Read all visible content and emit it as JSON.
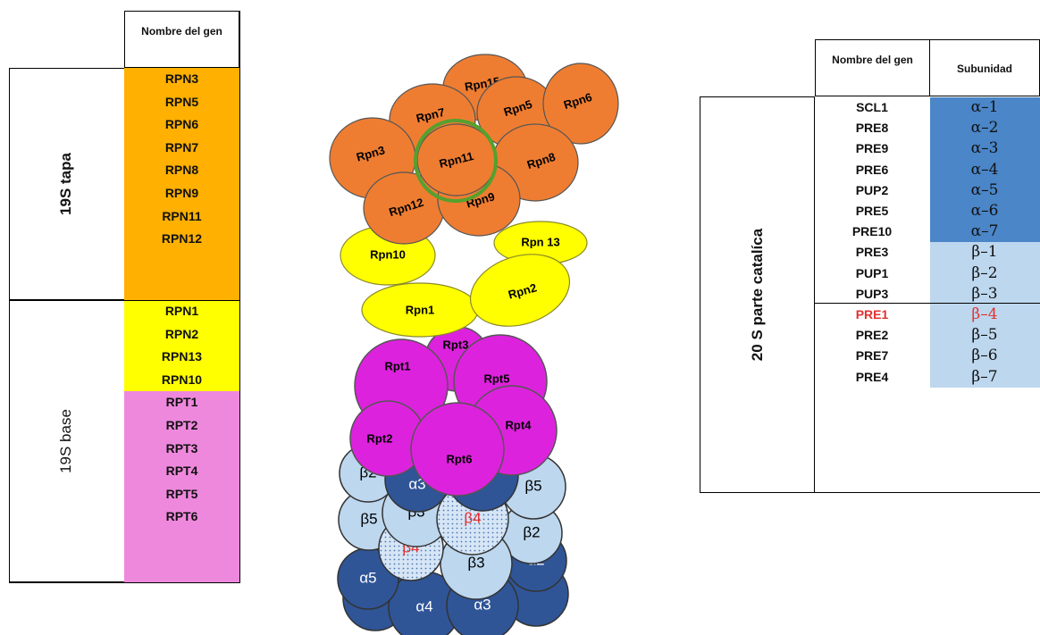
{
  "left_table": {
    "header": "Nombre del gen",
    "groups": [
      {
        "label": "19S tapa",
        "label_bold": true,
        "color": "#ffb000",
        "genes": [
          "RPN3",
          "RPN5",
          "RPN6",
          "RPN7",
          "RPN8",
          "RPN9",
          "RPN11",
          "RPN12"
        ]
      },
      {
        "label": "19S base",
        "label_bold": false,
        "subgroups": [
          {
            "color": "#ffff00",
            "genes": [
              "RPN1",
              "RPN2",
              "RPN13",
              "RPN10"
            ]
          },
          {
            "color": "#ee88dd",
            "genes": [
              "RPT1",
              "RPT2",
              "RPT3",
              "RPT4",
              "RPT5",
              "RPT6"
            ]
          }
        ]
      }
    ]
  },
  "diagram": {
    "lid": [
      "Rpn15",
      "Rpn7",
      "Rpn5",
      "Rpn6",
      "Rpn3",
      "Rpn11",
      "Rpn8",
      "Rpn12",
      "Rpn9"
    ],
    "base_rpn": [
      "Rpn10",
      "Rpn 13",
      "Rpn1",
      "Rpn2"
    ],
    "rpt": [
      "Rpt3",
      "Rpt1",
      "Rpt5",
      "Rpt4",
      "Rpt2",
      "Rpt6"
    ],
    "core": [
      "β2",
      "α3",
      "α4",
      "β5",
      "β5",
      "β3",
      "β4",
      "β2",
      "β4",
      "β3",
      "α5",
      "α2",
      "α4",
      "α3"
    ],
    "colors": {
      "lid": "#ee7d32",
      "base": "#ffff00",
      "rpt": "#dd22dd",
      "dark_blue": "#2f5597",
      "light_blue": "#bdd7ee",
      "highlight_ring": "#55a02e",
      "red": "#e53030"
    }
  },
  "right_table": {
    "header_gene": "Nombre del gen",
    "header_subunit": "Subunidad",
    "group_label": "20 S parte catalíca",
    "rows": [
      {
        "gene": "SCL1",
        "subunit": "α–1",
        "type": "alpha",
        "highlight": false
      },
      {
        "gene": "PRE8",
        "subunit": "α–2",
        "type": "alpha",
        "highlight": false
      },
      {
        "gene": "PRE9",
        "subunit": "α–3",
        "type": "alpha",
        "highlight": false
      },
      {
        "gene": "PRE6",
        "subunit": "α–4",
        "type": "alpha",
        "highlight": false
      },
      {
        "gene": "PUP2",
        "subunit": "α–5",
        "type": "alpha",
        "highlight": false
      },
      {
        "gene": "PRE5",
        "subunit": "α–6",
        "type": "alpha",
        "highlight": false
      },
      {
        "gene": "PRE10",
        "subunit": "α–7",
        "type": "alpha",
        "highlight": false
      },
      {
        "gene": "PRE3",
        "subunit": "β–1",
        "type": "beta",
        "highlight": false
      },
      {
        "gene": "PUP1",
        "subunit": "β–2",
        "type": "beta",
        "highlight": false
      },
      {
        "gene": "PUP3",
        "subunit": "β–3",
        "type": "beta",
        "highlight": false
      },
      {
        "gene": "PRE1",
        "subunit": "β–4",
        "type": "beta",
        "highlight": true
      },
      {
        "gene": "PRE2",
        "subunit": "β–5",
        "type": "beta",
        "highlight": false
      },
      {
        "gene": "PRE7",
        "subunit": "β–6",
        "type": "beta",
        "highlight": false
      },
      {
        "gene": "PRE4",
        "subunit": "β–7",
        "type": "beta",
        "highlight": false
      }
    ],
    "colors": {
      "alpha": "#4a86c8",
      "beta": "#bdd7ee"
    }
  }
}
